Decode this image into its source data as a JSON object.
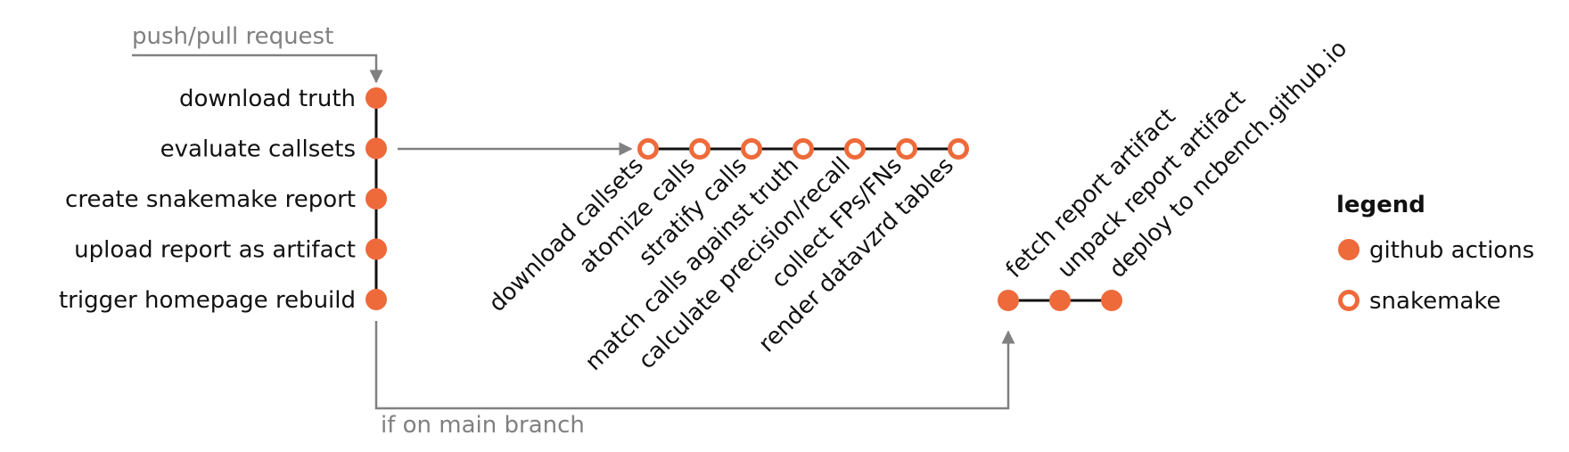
{
  "colors": {
    "accent": "#ee6a3a",
    "text": "#111111",
    "note": "#808080"
  },
  "trigger": {
    "label": "push/pull request"
  },
  "github_steps": [
    {
      "label": "download truth"
    },
    {
      "label": "evaluate callsets"
    },
    {
      "label": "create snakemake report"
    },
    {
      "label": "upload report as artifact"
    },
    {
      "label": "trigger homepage rebuild"
    }
  ],
  "snakemake_steps": [
    {
      "label": "download callsets"
    },
    {
      "label": "atomize calls"
    },
    {
      "label": "stratify calls"
    },
    {
      "label": "match calls against truth"
    },
    {
      "label": "calculate precision/recall"
    },
    {
      "label": "collect FPs/FNs"
    },
    {
      "label": "render datavzrd tables"
    }
  ],
  "deploy_steps": [
    {
      "label": "fetch report artifact"
    },
    {
      "label": "unpack report artifact"
    },
    {
      "label": "deploy to ncbench.github.io"
    }
  ],
  "branch_condition": {
    "label": "if on main branch"
  },
  "legend": {
    "title": "legend",
    "items": [
      {
        "label": "github actions",
        "marker": "filled"
      },
      {
        "label": "snakemake",
        "marker": "hollow"
      }
    ]
  }
}
